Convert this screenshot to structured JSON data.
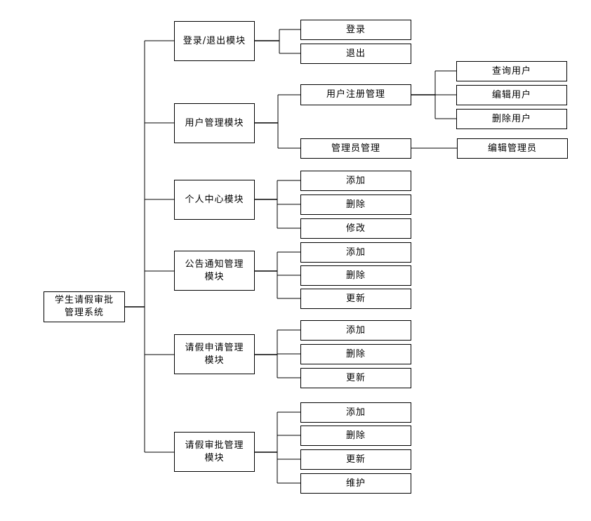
{
  "root": {
    "label": "学生请假审批\n管理系统"
  },
  "modules": [
    {
      "label": "登录/退出模块",
      "children": [
        {
          "label": "登录"
        },
        {
          "label": "退出"
        }
      ]
    },
    {
      "label": "用户管理模块",
      "children": [
        {
          "label": "用户注册管理",
          "children": [
            {
              "label": "查询用户"
            },
            {
              "label": "编辑用户"
            },
            {
              "label": "删除用户"
            }
          ]
        },
        {
          "label": "管理员管理",
          "children": [
            {
              "label": "编辑管理员"
            }
          ]
        }
      ]
    },
    {
      "label": "个人中心模块",
      "children": [
        {
          "label": "添加"
        },
        {
          "label": "删除"
        },
        {
          "label": "修改"
        }
      ]
    },
    {
      "label": "公告通知管理\n模块",
      "children": [
        {
          "label": "添加"
        },
        {
          "label": "删除"
        },
        {
          "label": "更新"
        }
      ]
    },
    {
      "label": "请假申请管理\n模块",
      "children": [
        {
          "label": "添加"
        },
        {
          "label": "删除"
        },
        {
          "label": "更新"
        }
      ]
    },
    {
      "label": "请假审批管理\n模块",
      "children": [
        {
          "label": "添加"
        },
        {
          "label": "删除"
        },
        {
          "label": "更新"
        },
        {
          "label": "维护"
        }
      ]
    }
  ]
}
